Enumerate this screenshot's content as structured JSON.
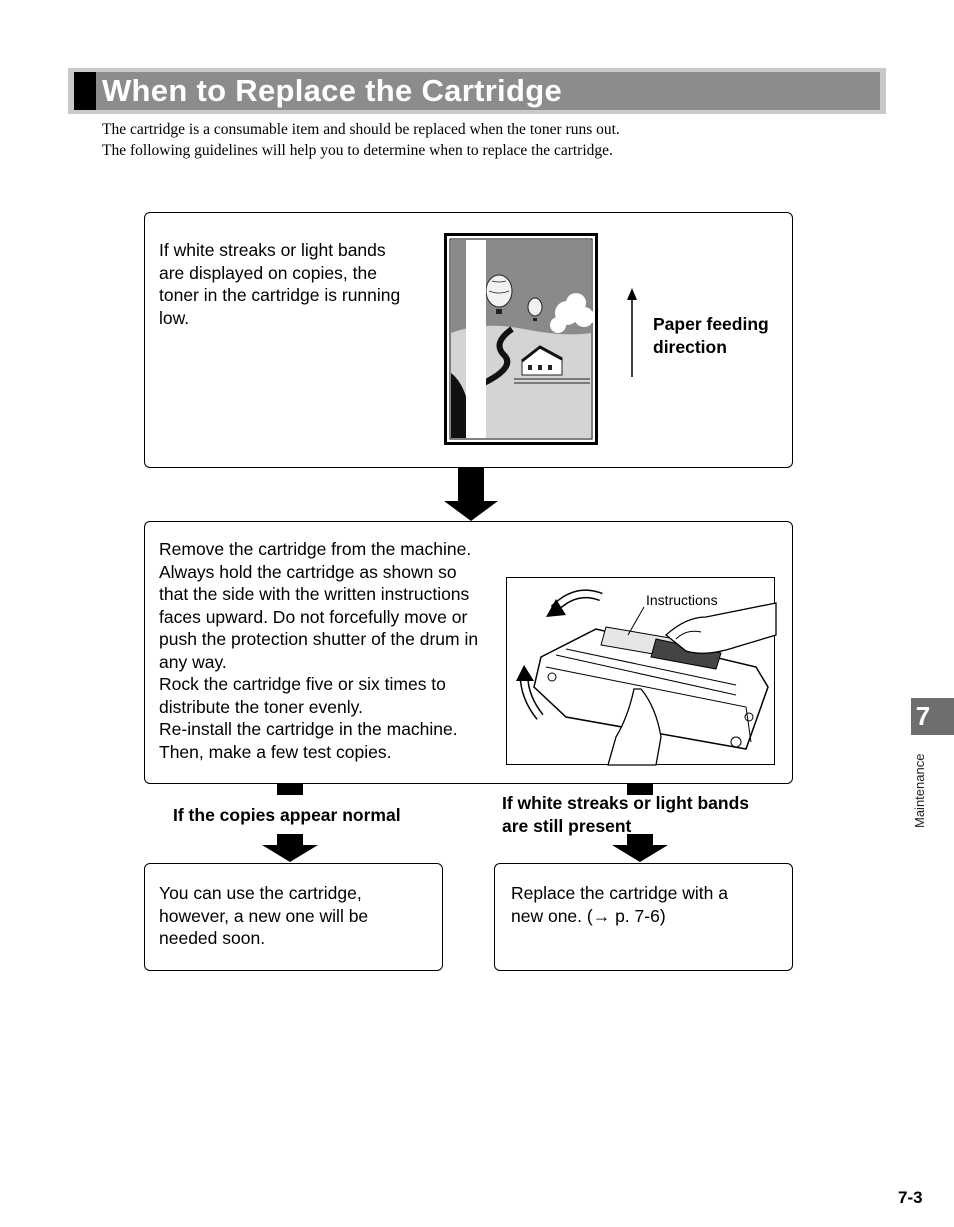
{
  "header": {
    "title": "When to Replace the Cartridge"
  },
  "intro": {
    "line1": "The cartridge is a consumable item and should be replaced when the toner runs out.",
    "line2": "The following guidelines will help you to determine when to replace the cartridge."
  },
  "step1": {
    "text_lines": [
      "If white streaks or light bands",
      "are displayed on copies, the",
      "toner in the cartridge is running",
      "low."
    ],
    "direction_label_lines": [
      "Paper feeding",
      "direction"
    ]
  },
  "step2": {
    "text_lines": [
      "Remove the cartridge from the machine.",
      "Always hold the cartridge as shown so",
      "that the side with the written instructions",
      "faces upward. Do not forcefully move or",
      "push the protection shutter of the drum in",
      "any way.",
      "Rock the cartridge five or six times to",
      "distribute the toner evenly.",
      "Re-install the cartridge in the machine.",
      "Then, make a few test copies."
    ],
    "callout_label": "Instructions"
  },
  "branches": {
    "normal_label": "If the copies appear normal",
    "streaks_label_lines": [
      "If white streaks or light bands",
      "are still present"
    ]
  },
  "result_normal": {
    "text_lines": [
      "You can use the cartridge,",
      "however, a new one will be",
      "needed soon."
    ]
  },
  "result_replace": {
    "text_lines": [
      "Replace the cartridge with a",
      "new one. (→ p. 7-6)"
    ]
  },
  "side_tab": {
    "chapter_number": "7",
    "chapter_name": "Maintenance"
  },
  "footer": {
    "page_number": "7-3"
  },
  "colors": {
    "title_bar": "#8c8c8c",
    "title_bar_outer": "#c9c9c9",
    "side_tab": "#6e6e6e"
  }
}
